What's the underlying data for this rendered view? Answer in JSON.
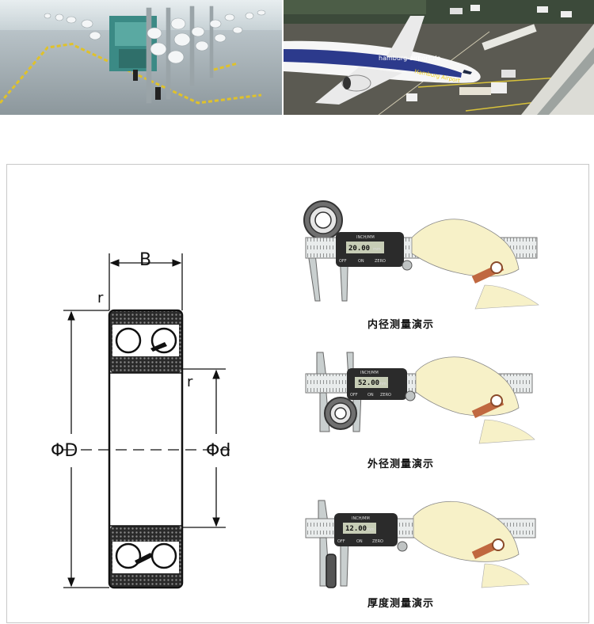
{
  "photos": {
    "airport_livery": "hamburg-airport.de",
    "airport_livery_2": "Hamburg Airport"
  },
  "bearing": {
    "label_width": "B",
    "label_radius_top": "r",
    "label_radius_inner": "r",
    "label_outer_diameter": "ΦD",
    "label_inner_diameter": "Φd"
  },
  "demos": [
    {
      "reading": "20.00",
      "unit": "mm",
      "caption": "内径测量演示"
    },
    {
      "reading": "52.00",
      "unit": "mm",
      "caption": "外径测量演示"
    },
    {
      "reading": "12.00",
      "unit": "mm",
      "caption": "厚度测量演示"
    }
  ],
  "caliper_labels": {
    "mode": "INCH/MM",
    "off": "OFF",
    "on": "ON",
    "zero": "ZERO"
  }
}
